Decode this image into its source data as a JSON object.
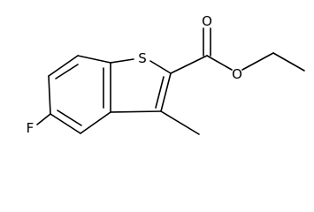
{
  "molecule": {
    "atoms": {
      "sulfur": "S",
      "fluorine": "F",
      "carbonyl_oxygen": "O",
      "ester_oxygen": "O"
    },
    "colors": {
      "bond": "#000000",
      "label": "#000000",
      "background": "#ffffff"
    }
  }
}
